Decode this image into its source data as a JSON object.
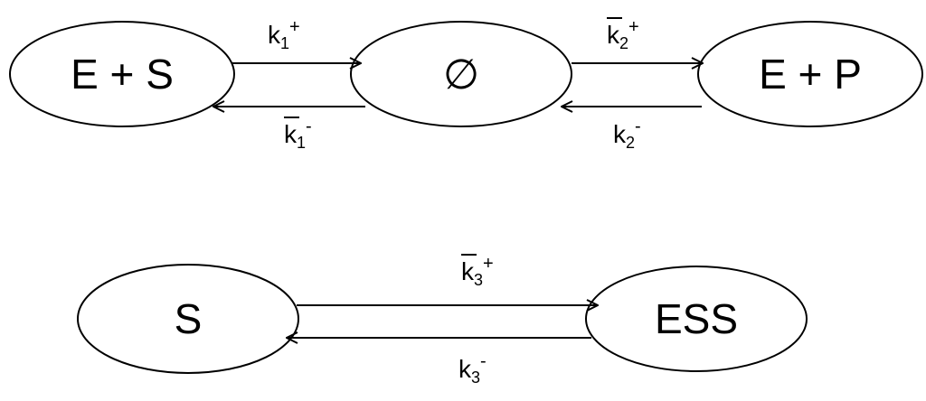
{
  "nodes": {
    "e_plus_s": "E + S",
    "empty_set": "∅",
    "e_plus_p": "E + P",
    "s": "S",
    "ess": "ESS"
  },
  "rates": {
    "k1_plus": {
      "base": "k",
      "sub": "1",
      "sup": "+"
    },
    "k1_minus": {
      "base": "k",
      "sub": "1",
      "sup": "-"
    },
    "k2_plus": {
      "base": "k",
      "sub": "2",
      "sup": "+"
    },
    "k2_minus": {
      "base": "k",
      "sub": "2",
      "sup": "-"
    },
    "k3_plus": {
      "base": "k",
      "sub": "3",
      "sup": "+"
    },
    "k3_minus": {
      "base": "k",
      "sub": "3",
      "sup": "-"
    }
  }
}
